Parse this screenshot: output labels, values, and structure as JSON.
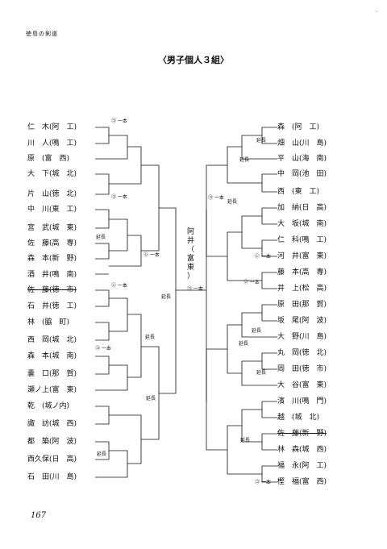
{
  "header": "徳島の剣道",
  "title": "〈男子個人３組〉",
  "page_number": "167",
  "left": [
    "仁　木(阿　工)",
    "川　人(鳴　工)",
    "原　(富　西)",
    "大　下(城　北)",
    "片　山(徳　北)",
    "中　川(東　工)",
    "宮　武(城　東)",
    "佐　藤(高　専)",
    "森　本(新　野)",
    "酒　井(鳴　南)",
    "佐　藤(徳　市)",
    "石　井(徳　工)",
    "林　(脇　町)",
    "西　岡(城　北)",
    "森　本(城　南)",
    "嚢　口(那　賀)",
    "瀬ノ上(富　東)",
    "乾　(城ノ内)",
    "諏　訪(城　西)",
    "都　築(阿　波)",
    "西久保(日　高)",
    "石　田(川　島)"
  ],
  "right": [
    "森　(阿　工)",
    "畑　山(川　島)",
    "平　山(海　南)",
    "中　岡(池　田)",
    "西　(東　工)",
    "加　納(日　高)",
    "大　坂(城　南)",
    "仁　科(鳴　工)",
    "河　井(富　東)",
    "藤　本(高　専)",
    "井　上(松　高)",
    "原　田(那　賀)",
    "坂　尾(阿　波)",
    "大　野(川　島)",
    "丸　岡(徳　北)",
    "岡　田(徳　市)",
    "大　谷(富　東)",
    "濱　川(鳴　門)",
    "越　(城　北)",
    "佐　藤(新　野)",
    "林　森(城　西)",
    "福　永(阿　工)",
    "樫　福(富　西)"
  ],
  "winner": "阿井（富東）",
  "labels": {
    "ippon": "一本",
    "encho": "延長"
  }
}
